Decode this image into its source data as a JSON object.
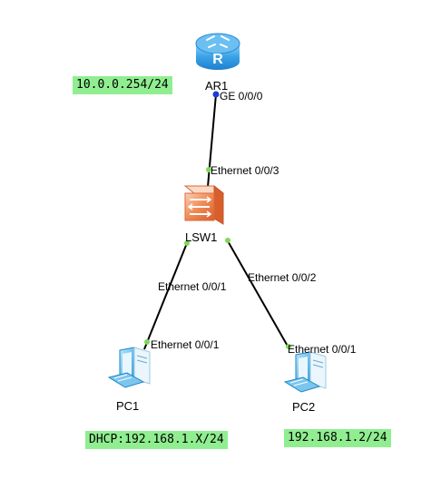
{
  "colors": {
    "router": "#2e9be0",
    "switch": "#e9743d",
    "pc": "#34a5e0",
    "link": "#000000",
    "port_up": "#7fd957",
    "port_router": "#1f3bd6",
    "note_bg": "#90ee90"
  },
  "devices": {
    "router": {
      "name": "AR1",
      "icon": "router-icon"
    },
    "switch": {
      "name": "LSW1",
      "icon": "switch-icon"
    },
    "pc1": {
      "name": "PC1",
      "icon": "pc-icon"
    },
    "pc2": {
      "name": "PC2",
      "icon": "pc-icon"
    }
  },
  "links": [
    {
      "from": "AR1",
      "from_port": "GE 0/0/0",
      "to": "LSW1",
      "to_port": "Ethernet 0/0/3"
    },
    {
      "from": "LSW1",
      "from_port": "Ethernet 0/0/1",
      "to": "PC1",
      "to_port": "Ethernet 0/0/1"
    },
    {
      "from": "LSW1",
      "from_port": "Ethernet 0/0/2",
      "to": "PC2",
      "to_port": "Ethernet 0/0/1"
    }
  ],
  "notes": {
    "router_ip": "10.0.0.254/24",
    "pc1_ip": "DHCP:192.168.1.X/24",
    "pc2_ip": "192.168.1.2/24"
  }
}
